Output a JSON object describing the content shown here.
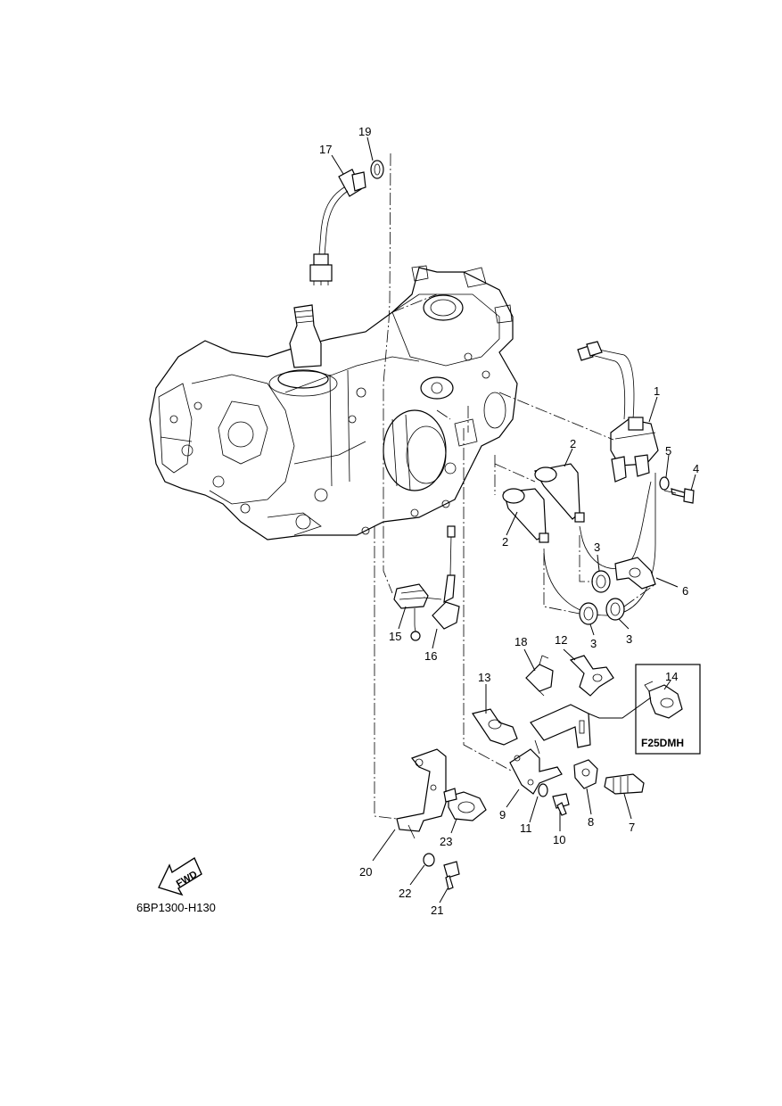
{
  "diagram_code": "6BP1300-H130",
  "fwd_label": "FWD",
  "inset_label": "F25DMH",
  "callouts": {
    "c1": "1",
    "c2a": "2",
    "c2b": "2",
    "c3a": "3",
    "c3b": "3",
    "c3c": "3",
    "c4": "4",
    "c5": "5",
    "c6": "6",
    "c7": "7",
    "c8": "8",
    "c9": "9",
    "c10": "10",
    "c11": "11",
    "c12": "12",
    "c13": "13",
    "c14": "14",
    "c15": "15",
    "c16": "16",
    "c17": "17",
    "c18": "18",
    "c19": "19",
    "c20": "20",
    "c21": "21",
    "c22": "22",
    "c23": "23"
  }
}
